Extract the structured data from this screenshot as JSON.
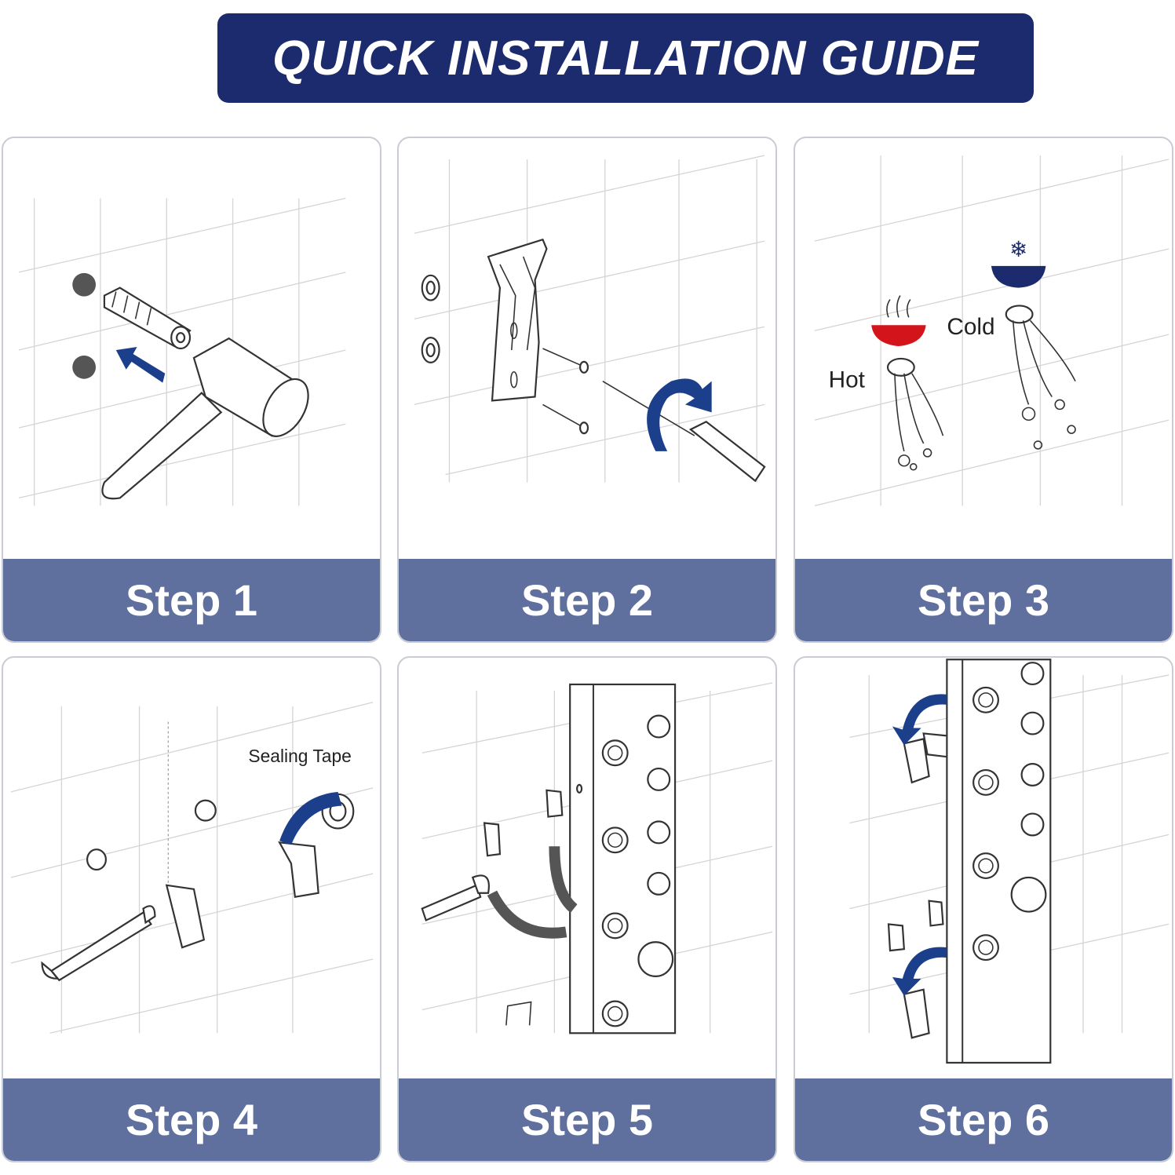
{
  "title": "QUICK INSTALLATION GUIDE",
  "steps": [
    {
      "label": "Step 1"
    },
    {
      "label": "Step 2"
    },
    {
      "label": "Step 3",
      "annotations": {
        "hot": "Hot",
        "cold": "Cold"
      }
    },
    {
      "label": "Step 4",
      "annotations": {
        "sealing_tape": "Sealing Tape"
      }
    },
    {
      "label": "Step 5"
    },
    {
      "label": "Step 6"
    }
  ],
  "colors": {
    "banner": "#1c2b6e",
    "step_bar": "#5f6f9e",
    "accent_arrow": "#1c3f8c",
    "hot": "#d4141b",
    "cold": "#1c2b6e"
  }
}
